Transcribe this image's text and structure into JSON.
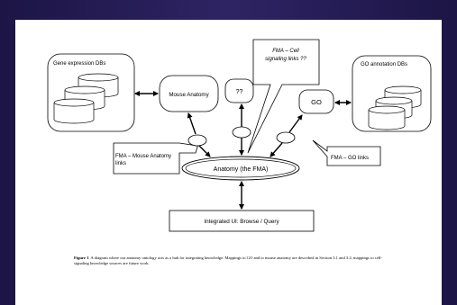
{
  "diagram": {
    "gene_db_label": "Gene expression DBs",
    "go_db_label": "GO annotation DBs",
    "mouse_anatomy": "Mouse Anatomy",
    "unknown": "??",
    "go": "GO",
    "fma_cell_line1": "FMA – Cell",
    "fma_cell_line2": "signaling links ??",
    "fma_mouse_line1": "FMA – Mouse Anatomy",
    "fma_mouse_line2": "links",
    "fma_go": "FMA – GO links",
    "anatomy": "Anatomy (the FMA)",
    "integrated_ui": "Integrated UI: Browse / Query"
  },
  "caption": {
    "figure_label": "Figure 1",
    "text": ". A diagram where our anatomy ontology acts as a hub for integrating knowledge. Mappings to GO and to mouse anatomy are described in Section 3.1 and 3.2; mappings to cell-signaling knowledge sources are future work."
  }
}
